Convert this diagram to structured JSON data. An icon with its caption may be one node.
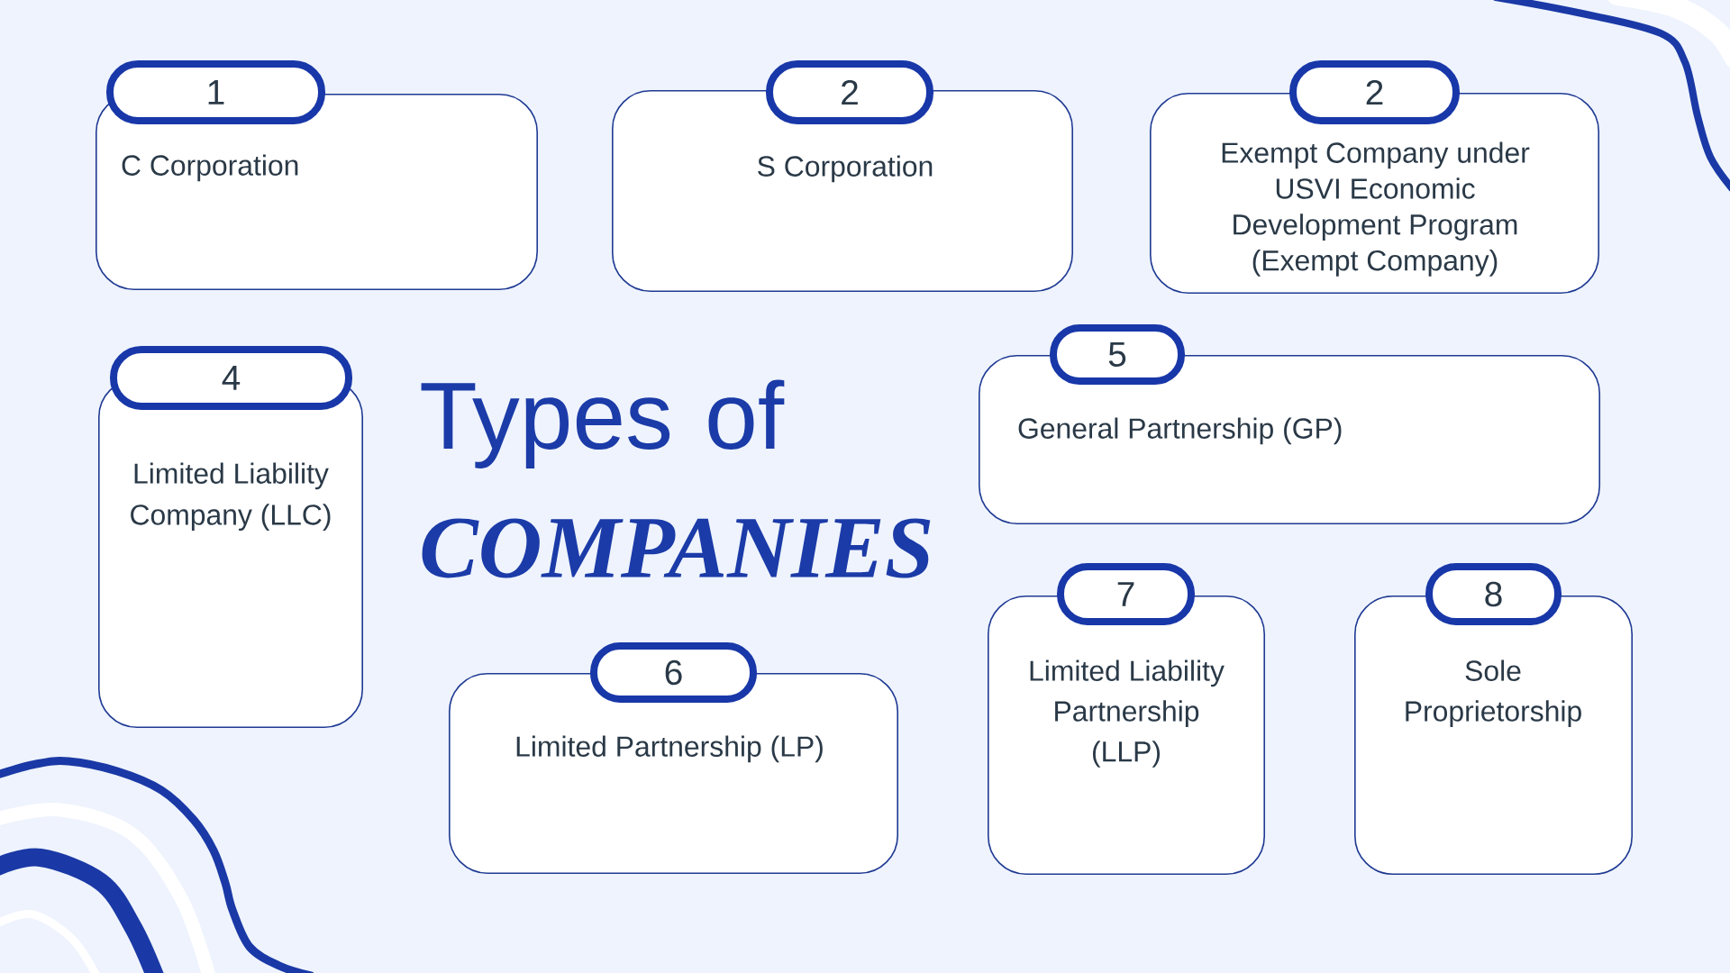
{
  "diagram": {
    "title": "Types of *COMPANIES*",
    "nodes": [
      {
        "text": [
          "1",
          "C Corporation"
        ]
      },
      {
        "text": [
          "2",
          "S Corporation"
        ]
      },
      {
        "text": [
          "2",
          "Exempt Company under USVI Economic Development Program (Exempt Company)"
        ]
      },
      {
        "text": [
          "4",
          "Limited Liability Company (LLC)"
        ]
      },
      {
        "text": [
          "5",
          "General Partnership (GP)"
        ]
      },
      {
        "text": [
          "6",
          "Limited Partnership (LP)"
        ]
      },
      {
        "text": [
          "7",
          "Limited Liability Partnership (LLP)"
        ]
      },
      {
        "text": [
          "8",
          "Sole Proprietorship"
        ]
      }
    ]
  }
}
